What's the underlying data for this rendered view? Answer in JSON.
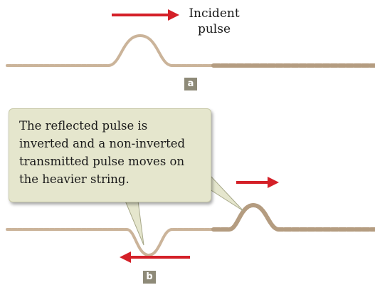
{
  "panel_a": {
    "tag": "a",
    "incident_label": [
      "Incident",
      "pulse"
    ]
  },
  "panel_b": {
    "tag": "b",
    "callout_lines": [
      "The reflected pulse is",
      "inverted and a non-inverted",
      "transmitted pulse moves on",
      "the heavier string."
    ]
  },
  "colors": {
    "arrow": "#d42028",
    "light_string": "#cbb49a",
    "heavy_string": "#b49c80",
    "callout_fill": "#e5e6cd",
    "tag_fill": "#8e8a78"
  }
}
